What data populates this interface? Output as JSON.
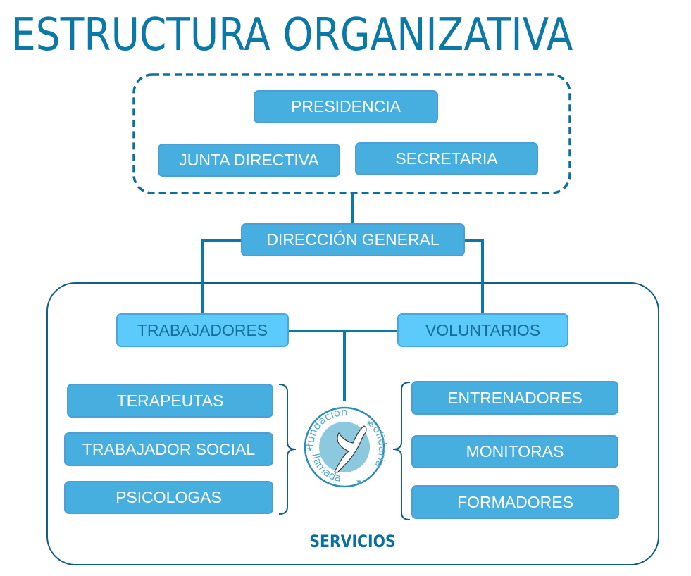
{
  "title": "ESTRUCTURA ORGANIZATIVA",
  "governance": {
    "presidencia": "PRESIDENCIA",
    "junta_directiva": "JUNTA DIRECTIVA",
    "secretaria": "SECRETARIA"
  },
  "direccion_general": "DIRECCIÓN GENERAL",
  "groups": {
    "trabajadores": "TRABAJADORES",
    "voluntarios": "VOLUNTARIOS"
  },
  "trabajadores_roles": [
    "TERAPEUTAS",
    "TRABAJADOR SOCIAL",
    "PSICOLOGAS"
  ],
  "voluntarios_roles": [
    "ENTRENADORES",
    "MONITORAS",
    "FORMADORES"
  ],
  "services_label": "SERVICIOS",
  "logo": {
    "top_text": "fundación",
    "bottom_left_text": "llamada",
    "bottom_right_text": "solidaria",
    "icon": "jumping-figure-icon"
  },
  "colors": {
    "title": "#0b79a8",
    "box_fill": "#47aee0",
    "box_light_fill": "#5ccbfc",
    "line": "#0b6f9e"
  }
}
